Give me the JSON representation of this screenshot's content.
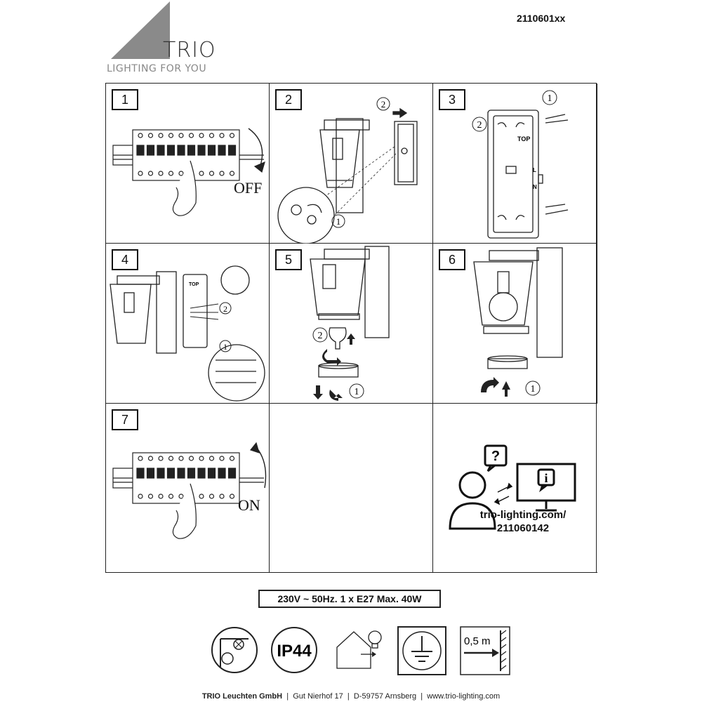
{
  "header": {
    "brand": "TRIO",
    "tagline": "LIGHTING FOR YOU",
    "article_number": "2110601xx"
  },
  "steps": [
    {
      "number": "1",
      "label": "OFF"
    },
    {
      "number": "2",
      "callouts": [
        "2",
        "1"
      ]
    },
    {
      "number": "3",
      "callouts": [
        "1",
        "2"
      ],
      "marks": {
        "top": "TOP",
        "l": "L",
        "n": "N"
      }
    },
    {
      "number": "4",
      "callouts": [
        "2",
        "1"
      ],
      "marks": {
        "top": "TOP"
      }
    },
    {
      "number": "5",
      "callouts": [
        "2",
        "1"
      ]
    },
    {
      "number": "6",
      "callouts": [
        "1"
      ]
    },
    {
      "number": "7",
      "label": "ON"
    }
  ],
  "help": {
    "question_mark": "?",
    "info_mark": "i",
    "url_line1": "trio-lighting.com/",
    "url_line2": "211060142"
  },
  "spec": "230V ~ 50Hz. 1 x E27 Max. 40W",
  "symbols": [
    {
      "name": "ceiling-wall-mount-icon"
    },
    {
      "name": "ip44-icon",
      "text": "IP44"
    },
    {
      "name": "indoor-outdoor-bulb-icon"
    },
    {
      "name": "protective-earth-icon"
    },
    {
      "name": "distance-icon",
      "text": "0,5 m"
    }
  ],
  "footer": {
    "company": "TRIO Leuchten GmbH",
    "address1": "Gut Nierhof 17",
    "address2": "D-59757 Arnsberg",
    "website": "www.trio-lighting.com"
  }
}
